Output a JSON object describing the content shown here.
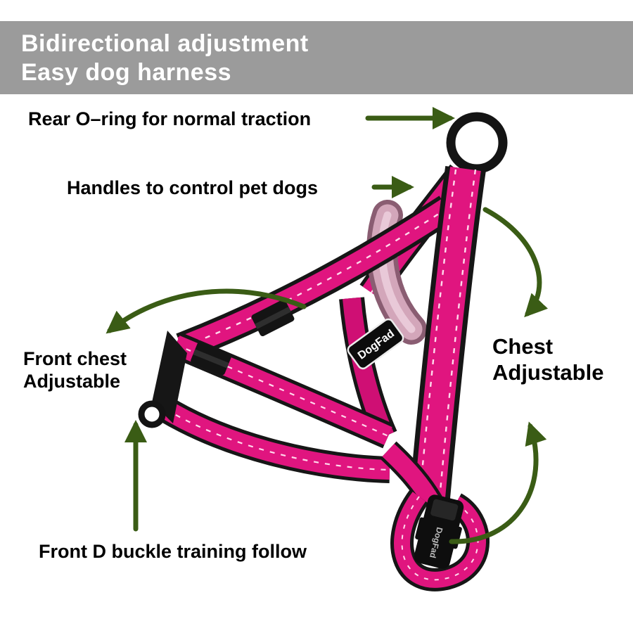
{
  "banner": {
    "line1": "Bidirectional adjustment",
    "line2": "Easy dog harness",
    "background_color": "#9b9b9b",
    "text_color": "#ffffff"
  },
  "annotations": {
    "rear_oring": "Rear O–ring for normal traction",
    "handles": "Handles to control pet dogs",
    "front_chest": [
      "Front chest",
      "Adjustable"
    ],
    "chest": [
      "Chest",
      "Adjustable"
    ],
    "front_d_buckle": "Front D buckle training follow"
  },
  "product": {
    "brand_label": "DogFad",
    "buckle_label": "DogFad"
  },
  "colors": {
    "arrow_green": "#3a5c15",
    "strap_pink": "#e0157f",
    "strap_trim": "#161616",
    "handle_pad": "#d3a6ba",
    "label_text": "#000000"
  }
}
